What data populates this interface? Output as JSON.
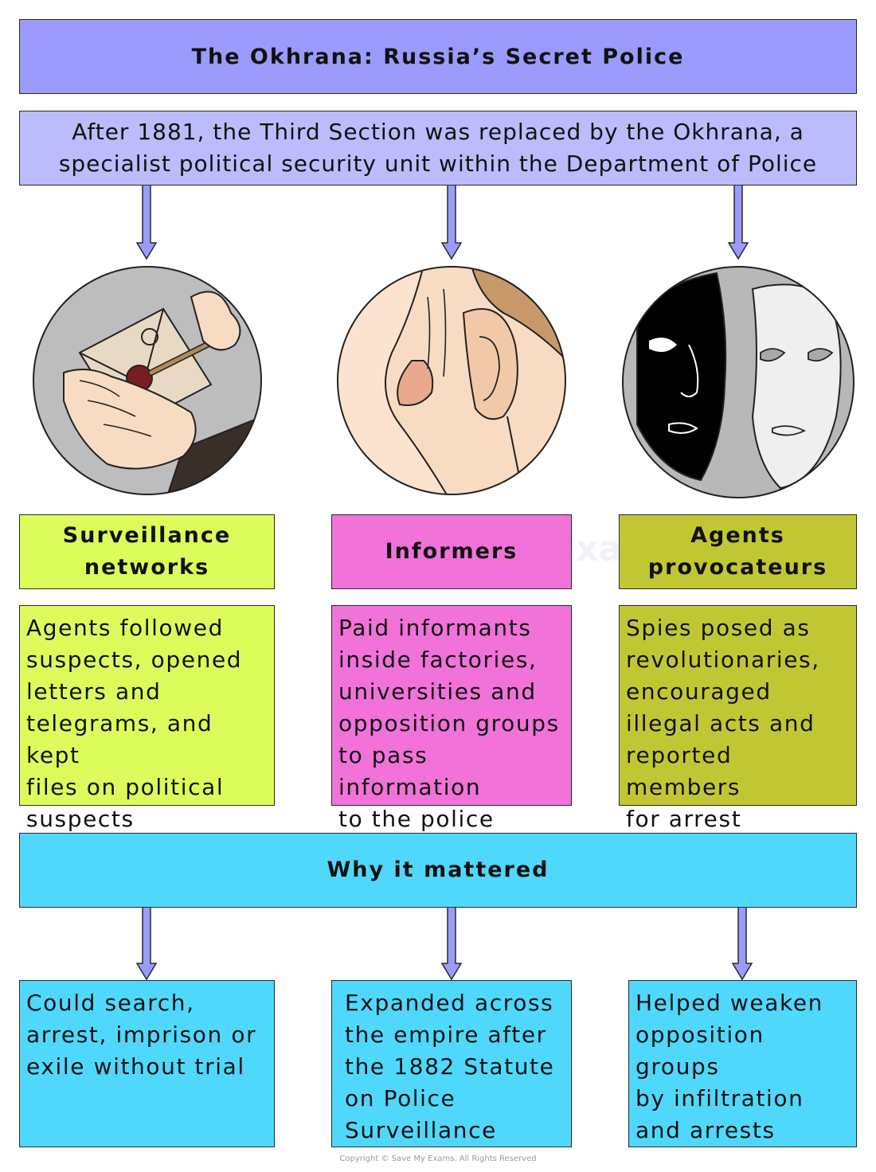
{
  "title": "The Okhrana: Russia’s Secret Police",
  "intro": "After 1881, the Third Section was replaced by the Okhrana, a specialist political security unit within the Department of Police",
  "illustrations": [
    {
      "icon": "letter-seal-illustration"
    },
    {
      "icon": "whisper-ear-illustration"
    },
    {
      "icon": "two-faces-mask-illustration"
    }
  ],
  "methods": [
    {
      "heading": "Surveillance networks",
      "text": "Agents followed\nsuspects, opened\nletters and\ntelegrams, and kept\nfiles on political\nsuspects",
      "color": "#dcfc5c"
    },
    {
      "heading": "Informers",
      "text": "Paid informants\ninside factories,\nuniversities and\nopposition groups\nto pass information\nto the police",
      "color": "#f172d9"
    },
    {
      "heading": "Agents provocateurs",
      "text": "Spies posed as\nrevolutionaries,\nencouraged\nillegal acts and\nreported members\nfor arrest",
      "color": "#c1c733"
    }
  ],
  "why": {
    "heading": "Why it mattered",
    "items": [
      "Could search,\narrest, imprison or\nexile without trial",
      "Expanded across\nthe empire after\nthe 1882 Statute\non Police\nSurveillance",
      "Helped weaken\nopposition groups\nby infiltration\nand arrests"
    ],
    "color": "#4fd8fc"
  },
  "watermark": "Save My Exams",
  "copyright": "Copyright © Save My Exams. All Rights Reserved",
  "colors": {
    "title_bg": "#9b9bfd",
    "intro_bg": "#bcbcfd",
    "arrow": "#9b9bfd"
  }
}
